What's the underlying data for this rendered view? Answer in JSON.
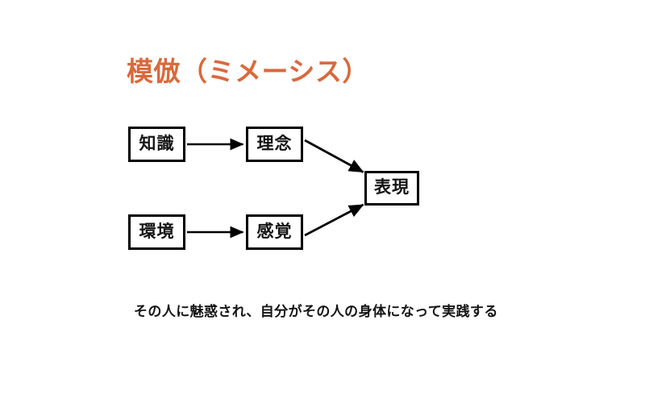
{
  "slide": {
    "title": "模倣（ミメーシス）",
    "title_color": "#d9693c",
    "background_color": "#ffffff",
    "caption": "その人に魅惑され、自分がその人の身体になって実践する"
  },
  "diagram": {
    "type": "flow-diagram",
    "stroke_color": "#000000",
    "node_fill": "#ffffff",
    "nodes": [
      {
        "id": "chishiki",
        "label": "知識"
      },
      {
        "id": "rinen",
        "label": "理念"
      },
      {
        "id": "kankyo",
        "label": "環境"
      },
      {
        "id": "kankaku",
        "label": "感覚"
      },
      {
        "id": "hyogen",
        "label": "表現"
      }
    ],
    "edges": [
      {
        "from": "知識",
        "to": "理念",
        "style": "straight-arrow"
      },
      {
        "from": "環境",
        "to": "感覚",
        "style": "straight-arrow"
      },
      {
        "from": "理念",
        "to": "表現",
        "style": "diagonal-arrow"
      },
      {
        "from": "感覚",
        "to": "表現",
        "style": "diagonal-arrow"
      }
    ]
  }
}
